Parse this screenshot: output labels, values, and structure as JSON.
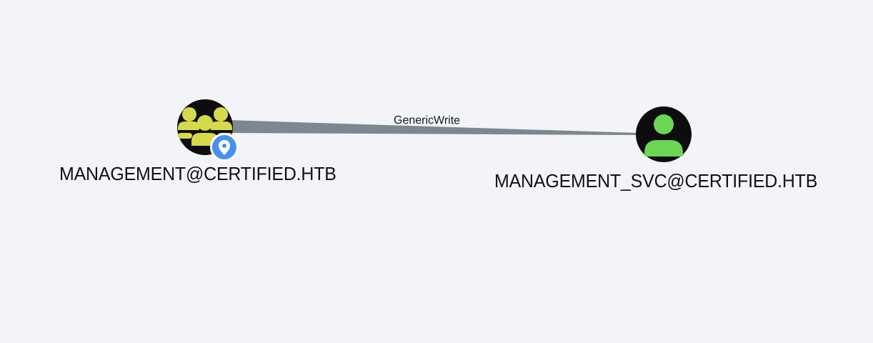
{
  "graph": {
    "edge": {
      "label": "GenericWrite",
      "color": "#7d8790"
    },
    "source_node": {
      "label": "MANAGEMENT@CERTIFIED.HTB",
      "icon": "group-icon",
      "icon_color": "#d6d94a",
      "node_fill": "#0d0d0d",
      "badge_icon": "location-pin-icon",
      "badge_color": "#4a8ff0"
    },
    "target_node": {
      "label": "MANAGEMENT_SVC@CERTIFIED.HTB",
      "icon": "user-icon",
      "icon_color": "#6ad654",
      "node_fill": "#0d0d0d"
    }
  }
}
